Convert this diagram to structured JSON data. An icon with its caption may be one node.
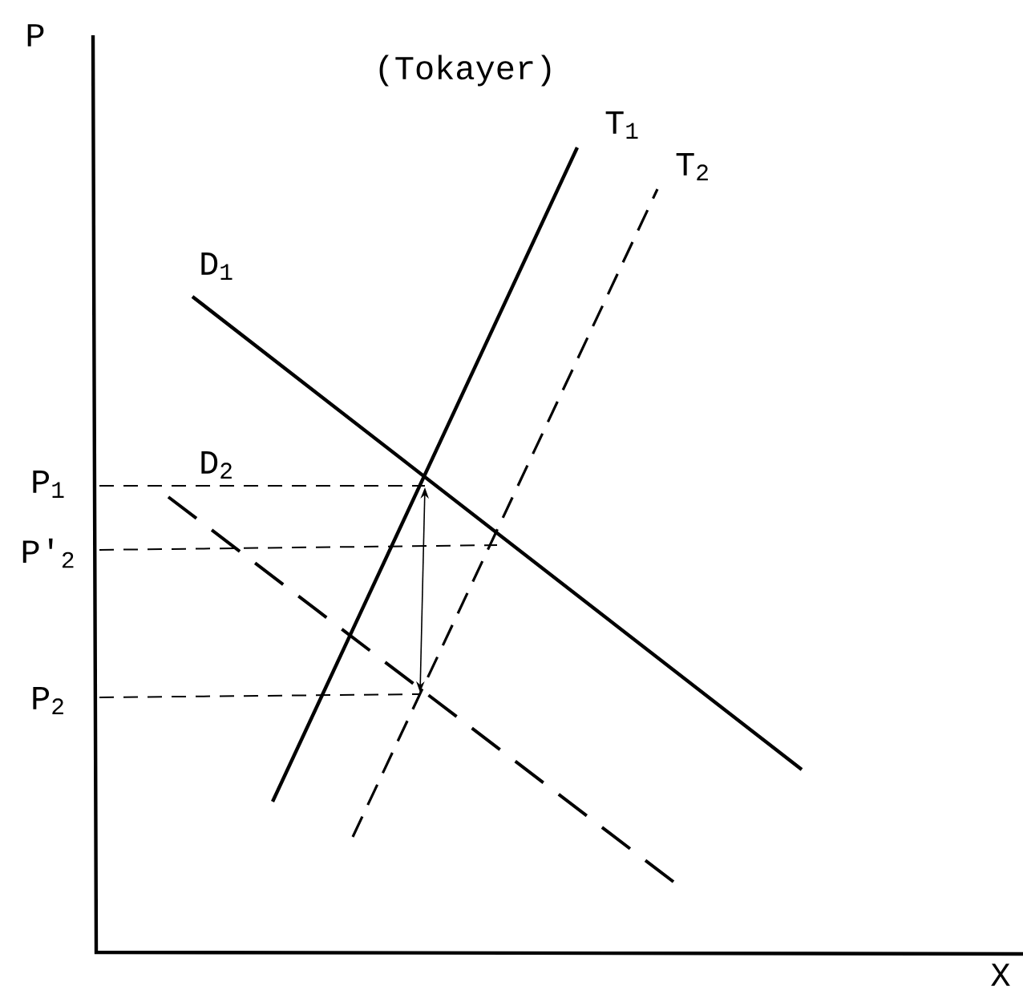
{
  "diagram": {
    "labels": [
      "P",
      "(Tokayer)",
      "T$_{1}$",
      "T$_{2}$",
      "D$_{1}$",
      "D$_{2}$",
      "P$_{1}$",
      "P'$_{2}$",
      "P$_{2}$",
      "X"
    ]
  }
}
